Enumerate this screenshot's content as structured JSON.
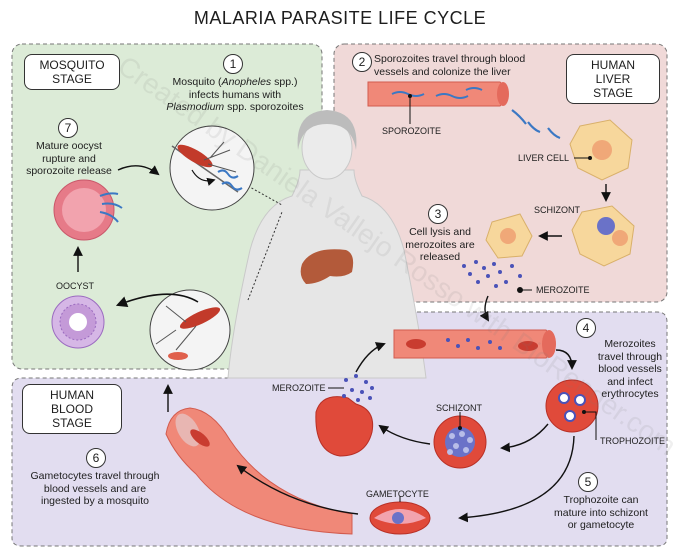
{
  "title": "MALARIA PARASITE LIFE CYCLE",
  "stages": {
    "mosquito": "MOSQUITO\nSTAGE",
    "liver": "HUMAN\nLIVER STAGE",
    "blood": "HUMAN\nBLOOD STAGE"
  },
  "steps": [
    {
      "number": "1",
      "text_before": "Mosquito (",
      "italic1": "Anopheles",
      "text_mid": " spp.)\ninfects humans with\n",
      "italic2": "Plasmodium",
      "text_after": " spp. sporozoites"
    },
    {
      "number": "2",
      "text": "Sporozoites travel through blood\nvessels and colonize the liver"
    },
    {
      "number": "3",
      "text": "Cell lysis and\nmerozoites are\nreleased"
    },
    {
      "number": "4",
      "text": "Merozoites\ntravel through\nblood vessels\nand infect\nerythrocytes"
    },
    {
      "number": "5",
      "text": "Trophozoite can\nmature into schizont\nor gametocyte"
    },
    {
      "number": "6",
      "text": "Gametocytes travel through\nblood vessels and are\ningested by a mosquito"
    },
    {
      "number": "7",
      "text": "Mature oocyst\nrupture and\nsporozoite release"
    }
  ],
  "labels": {
    "sporozoite": "SPOROZOITE",
    "liver_cell": "LIVER CELL",
    "schizont_liver": "SCHIZONT",
    "merozoite_liver": "MEROZOITE",
    "oocyst": "OOCYST",
    "merozoite_blood": "MEROZOITE",
    "schizont_blood": "SCHIZONT",
    "trophozoite": "TROPHOZOITE",
    "gametocyte": "GAMETOCYTE"
  },
  "watermark": "Created by Daniela Vallejo Rosso with BioRender.com",
  "colors": {
    "mosquito_bg": "#dcebd7",
    "liver_bg": "#f0d9d8",
    "blood_bg": "#e2ddf0",
    "vessel": "#e8706a",
    "sporozoite": "#3b78c4",
    "merozoite": "#4a52b8",
    "liver_cell": "#f7d79c"
  }
}
